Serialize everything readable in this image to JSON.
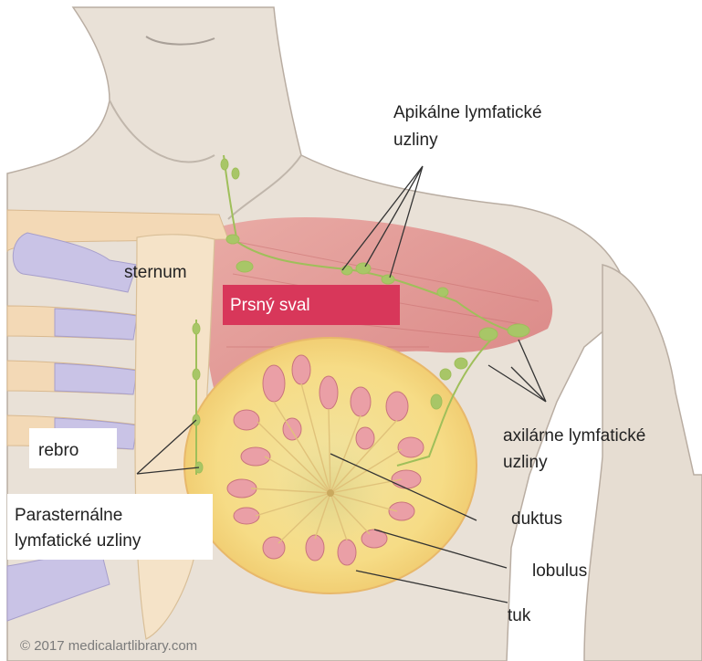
{
  "labels": {
    "apical": [
      "Apikálne lymfatické",
      "uzliny"
    ],
    "sternum": "sternum",
    "pectoral_muscle": "Prsný sval",
    "rib": "rebro",
    "parasternal": [
      "Parasternálne",
      "lymfatické uzliny"
    ],
    "axillary": [
      "axilárne lymfatické",
      "uzliny"
    ],
    "duct": "duktus",
    "lobule": "lobulus",
    "fat": "tuk"
  },
  "watermark": "© 2017 medicalartlibrary.com",
  "colors": {
    "skin": "#e9e0d6",
    "skin_shadow": "#c9bdb2",
    "muscle": "#e38d8a",
    "rib_bone": "#f3d9b6",
    "cartilage": "#c9c3e6",
    "breast_fat": "#f6dc86",
    "lobule": "#e9a3a7",
    "lymph": "#9fbf5a",
    "label_highlight": "#d8375a"
  }
}
